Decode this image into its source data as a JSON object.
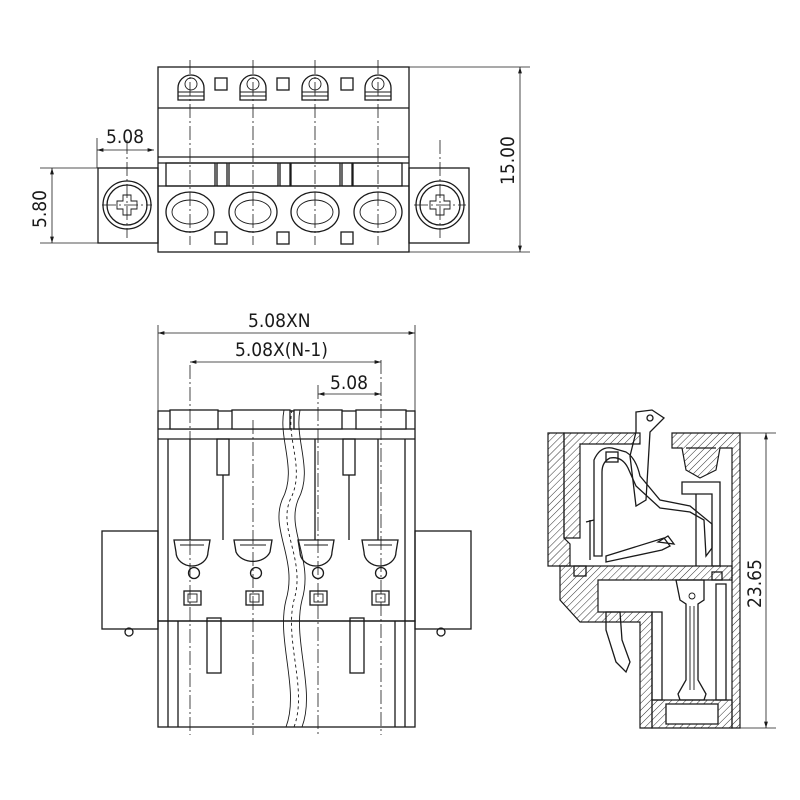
{
  "dimensions": {
    "top_pitch": "5.08",
    "flange_height": "5.80",
    "overall_height": "15.00",
    "overall_width": "5.08XN",
    "pin_span": "5.08X(N-1)",
    "front_pitch": "5.08",
    "side_height": "23.65"
  },
  "colors": {
    "line": "#1a1a1a",
    "background": "#ffffff"
  }
}
